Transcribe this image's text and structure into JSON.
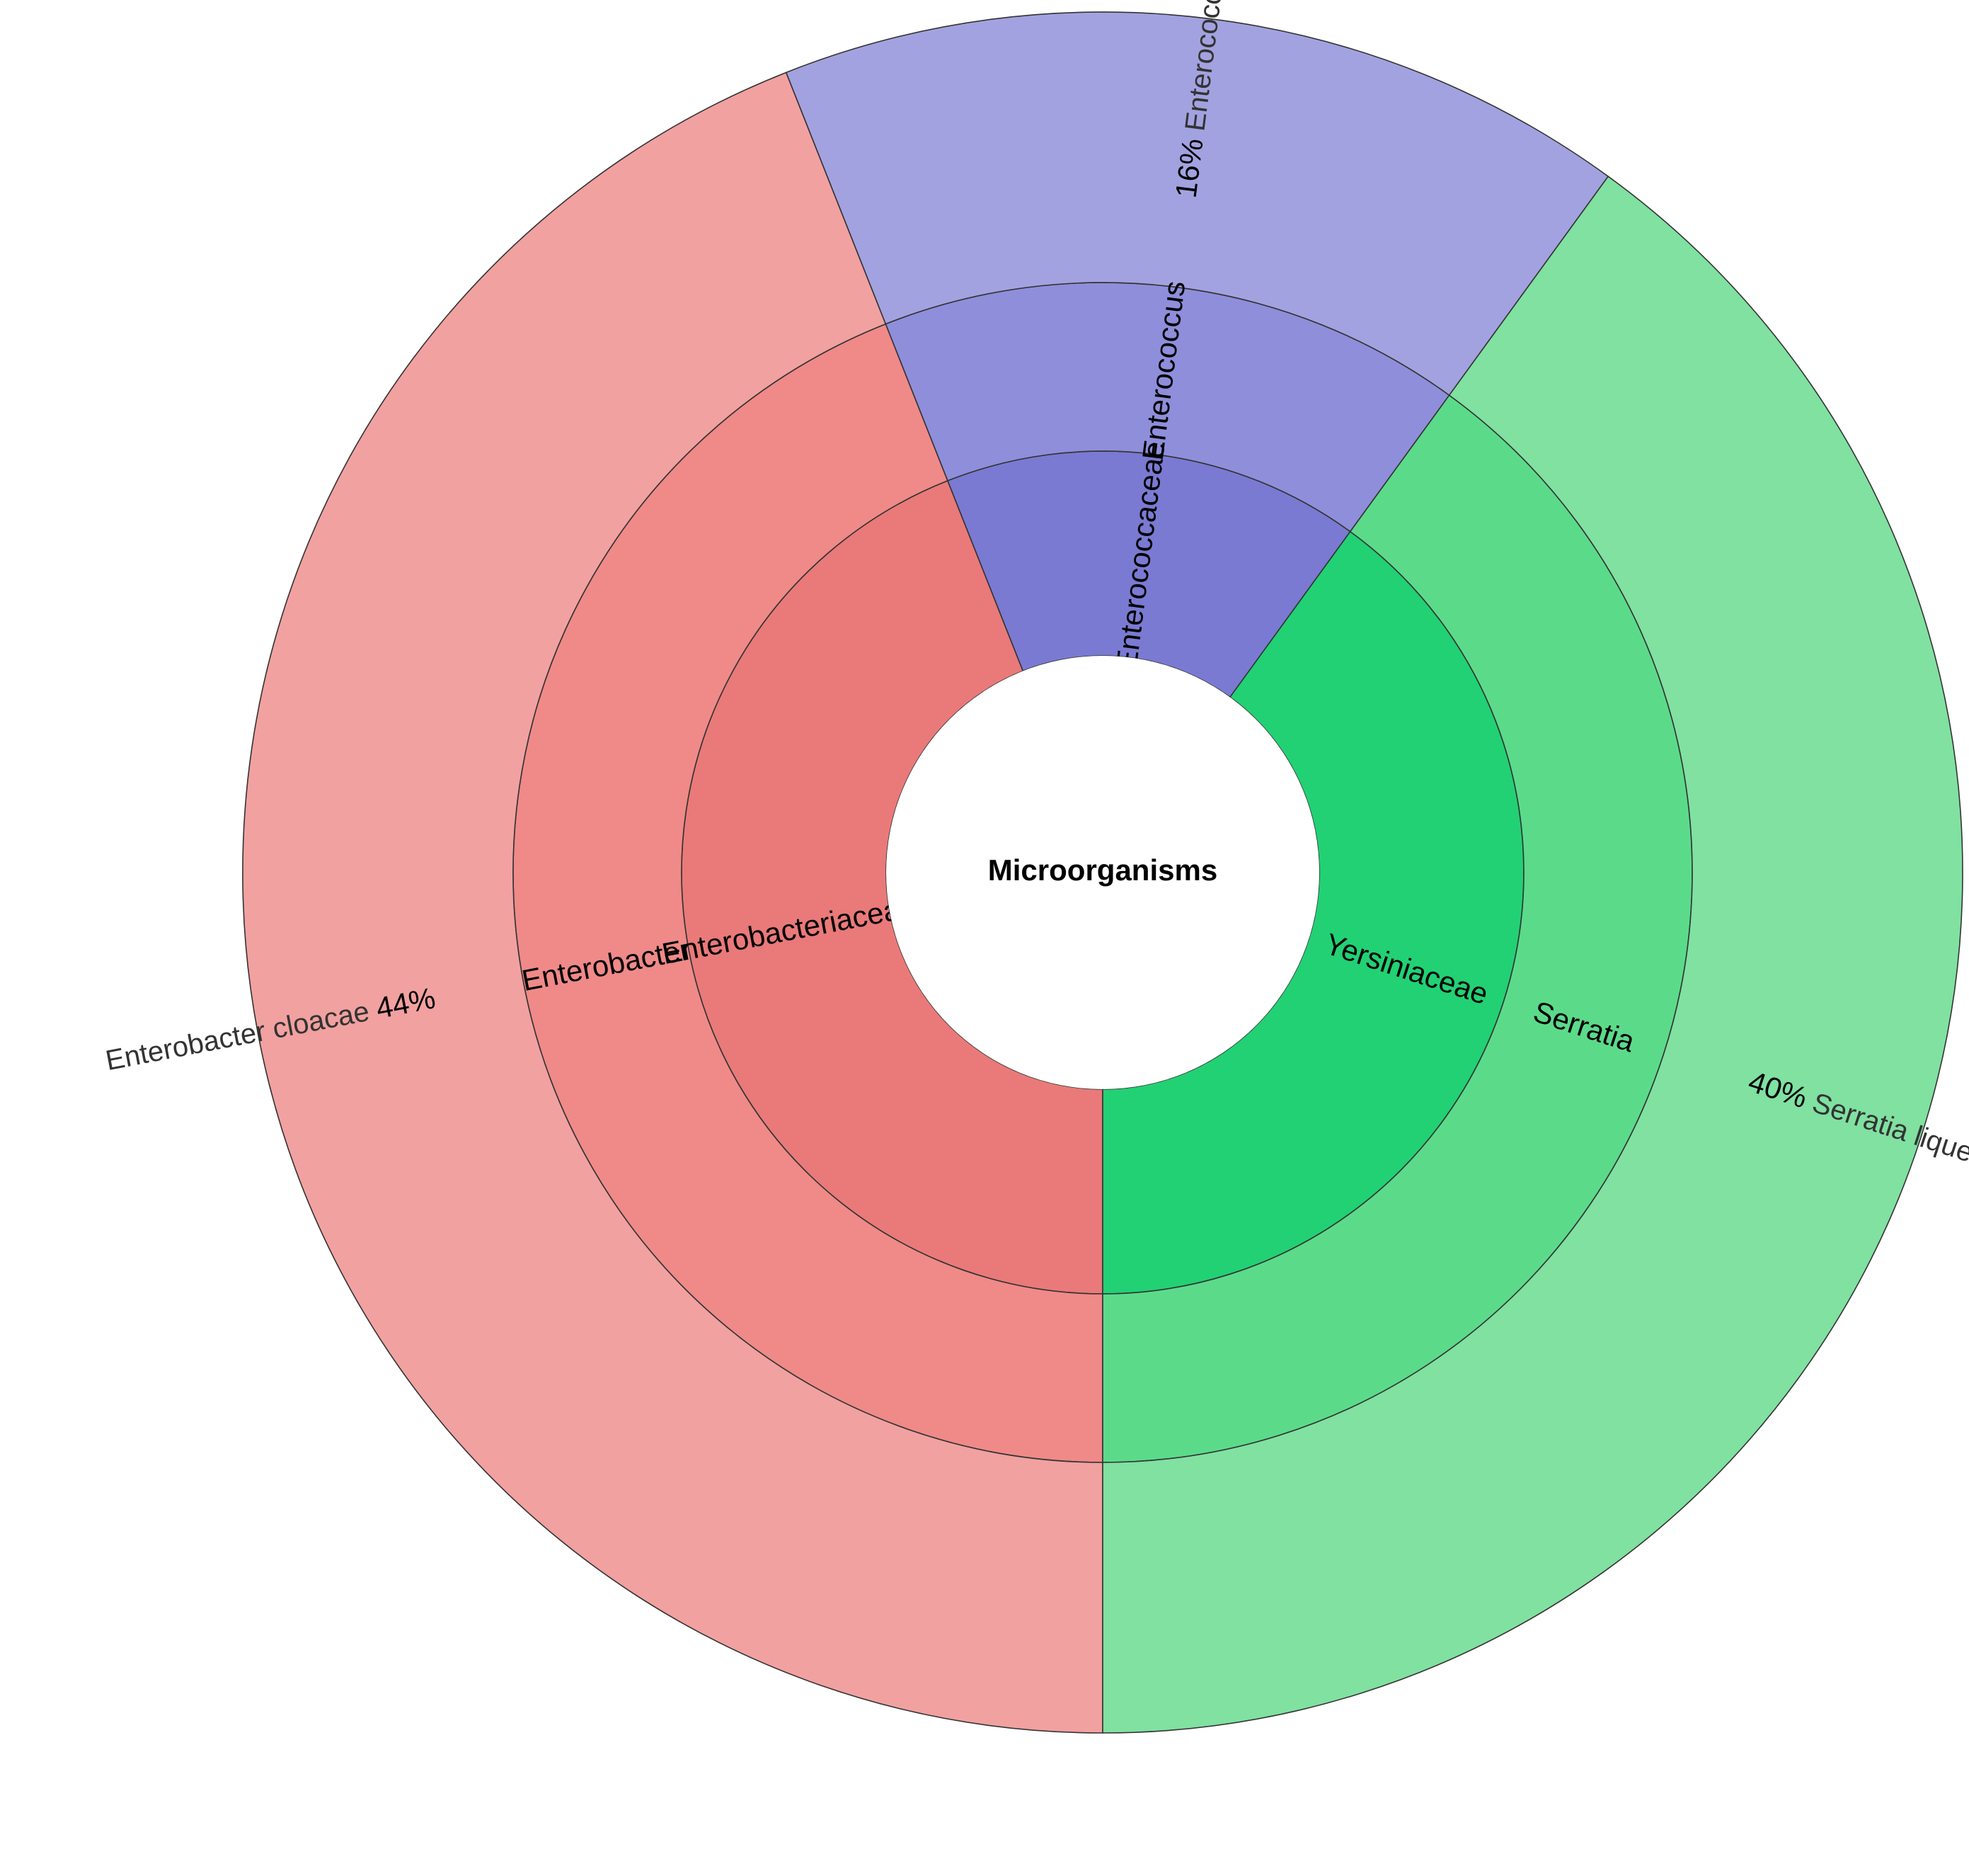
{
  "chart_data": {
    "type": "sunburst",
    "title": "",
    "root": "Microorganisms",
    "levels": [
      "family",
      "genus",
      "species"
    ],
    "nodes": [
      {
        "name": "Enterobacteriaceae",
        "genus": "Enterobacter",
        "species": "Enterobacter cloacae",
        "value": 44,
        "percent_label": "44%",
        "colors": [
          "#e97a79",
          "#ef8a88",
          "#f1a1a0"
        ]
      },
      {
        "name": "Enterococcaceae",
        "genus": "Enterococcus",
        "species": "Enterococcus faecalis",
        "value": 16,
        "percent_label": "16%",
        "colors": [
          "#7a7ad3",
          "#8f8edb",
          "#a3a2e0"
        ]
      },
      {
        "name": "Yersiniaceae",
        "genus": "Serratia",
        "species": "Serratia liquefaciens",
        "value": 40,
        "percent_label": "40%",
        "colors": [
          "#22d174",
          "#5bdb8a",
          "#80e1a1"
        ]
      }
    ],
    "legend": "none"
  }
}
